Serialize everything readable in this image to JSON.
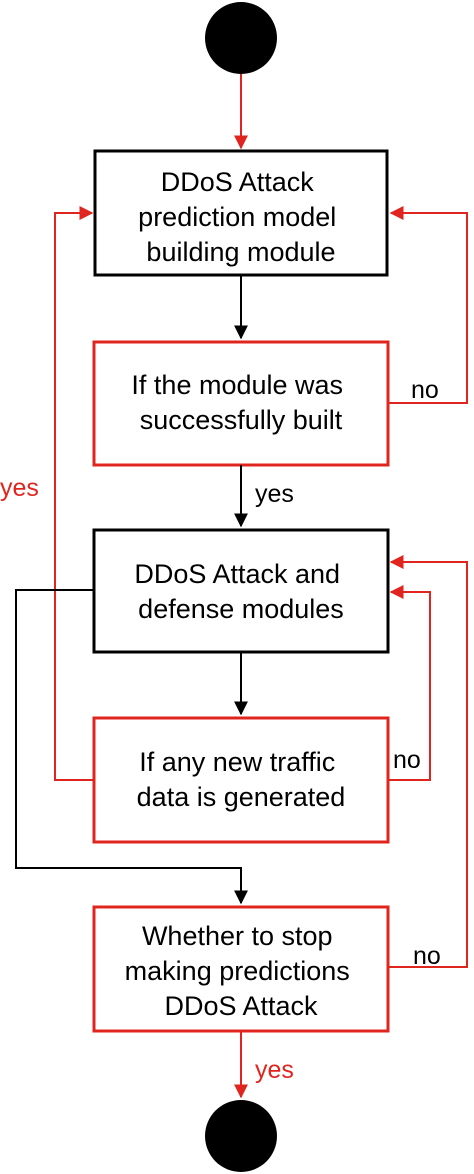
{
  "colors": {
    "black": "#000000",
    "red": "#e0251f"
  },
  "nodes": {
    "build_module": {
      "lines": [
        "DDoS Attack",
        "prediction model",
        "building module"
      ]
    },
    "check_built": {
      "lines": [
        "If the module was",
        "successfully built"
      ]
    },
    "defense_modules": {
      "lines": [
        "DDoS Attack and",
        "defense modules"
      ]
    },
    "check_traffic": {
      "lines": [
        "If any new traffic",
        "data is generated"
      ]
    },
    "check_stop": {
      "lines": [
        "Whether to stop",
        "making predictions",
        "DDoS Attack"
      ]
    }
  },
  "edges": {
    "built_no": "no",
    "built_yes": "yes",
    "traffic_yes": "yes",
    "traffic_no": "no",
    "stop_no": "no",
    "stop_yes": "yes"
  }
}
